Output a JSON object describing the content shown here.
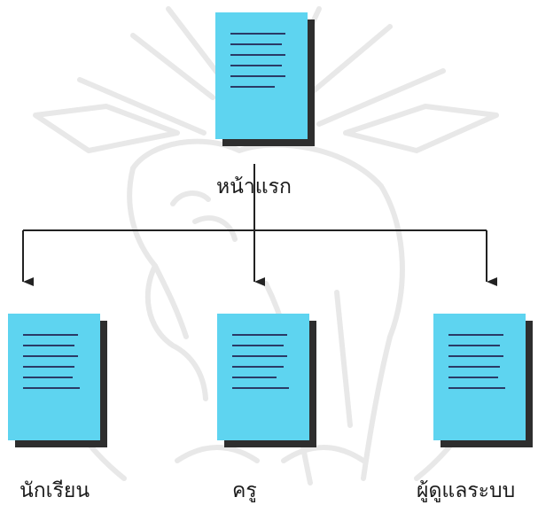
{
  "diagram": {
    "root": {
      "label": "หน้าแรก"
    },
    "children": [
      {
        "label": "นักเรียน"
      },
      {
        "label": "ครู"
      },
      {
        "label": "ผู้ดูแลระบบ"
      }
    ]
  },
  "colors": {
    "page_fill": "#5ed4f0",
    "page_shadow": "#2e2e2e",
    "text_lines": "#2a3a66",
    "connector": "#222222",
    "watermark": "#e6e6e6"
  },
  "watermark": {
    "description": "university-seal"
  }
}
